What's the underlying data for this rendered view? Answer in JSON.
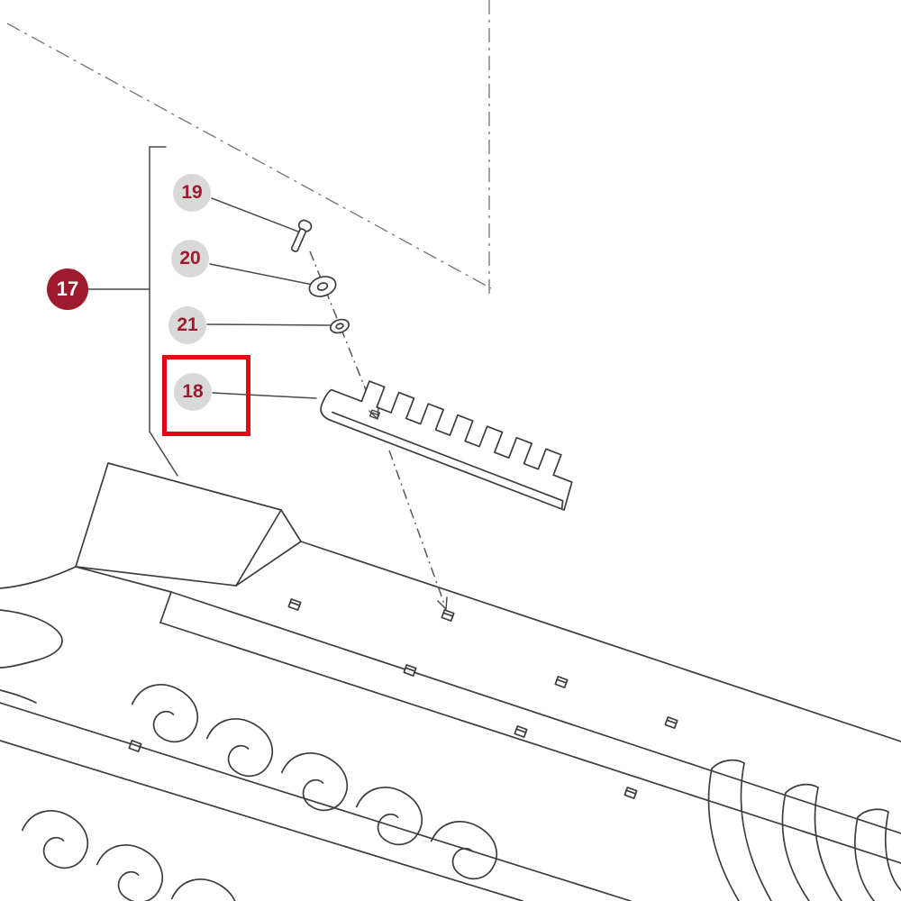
{
  "diagram": {
    "type": "exploded-parts-view",
    "callouts": [
      {
        "id": "17",
        "variant": "primary",
        "highlighted": false
      },
      {
        "id": "19",
        "variant": "secondary",
        "highlighted": false
      },
      {
        "id": "20",
        "variant": "secondary",
        "highlighted": false
      },
      {
        "id": "21",
        "variant": "secondary",
        "highlighted": false
      },
      {
        "id": "18",
        "variant": "secondary",
        "highlighted": true
      }
    ],
    "colors": {
      "callout_primary_bg": "#9e1b2e",
      "callout_primary_text": "#ffffff",
      "callout_secondary_bg": "#d9d9d9",
      "callout_secondary_text": "#9e1b2e",
      "highlight_border": "#e30613",
      "line_art": "#3d3d3d"
    },
    "artwork_elements": [
      "boundary-dash-lines",
      "callout-bracket",
      "leader-lines",
      "screw-part",
      "washer-large-part",
      "washer-small-part",
      "comb-plate-part",
      "assembly-axis-arrows",
      "machine-body",
      "clip-markers"
    ]
  }
}
